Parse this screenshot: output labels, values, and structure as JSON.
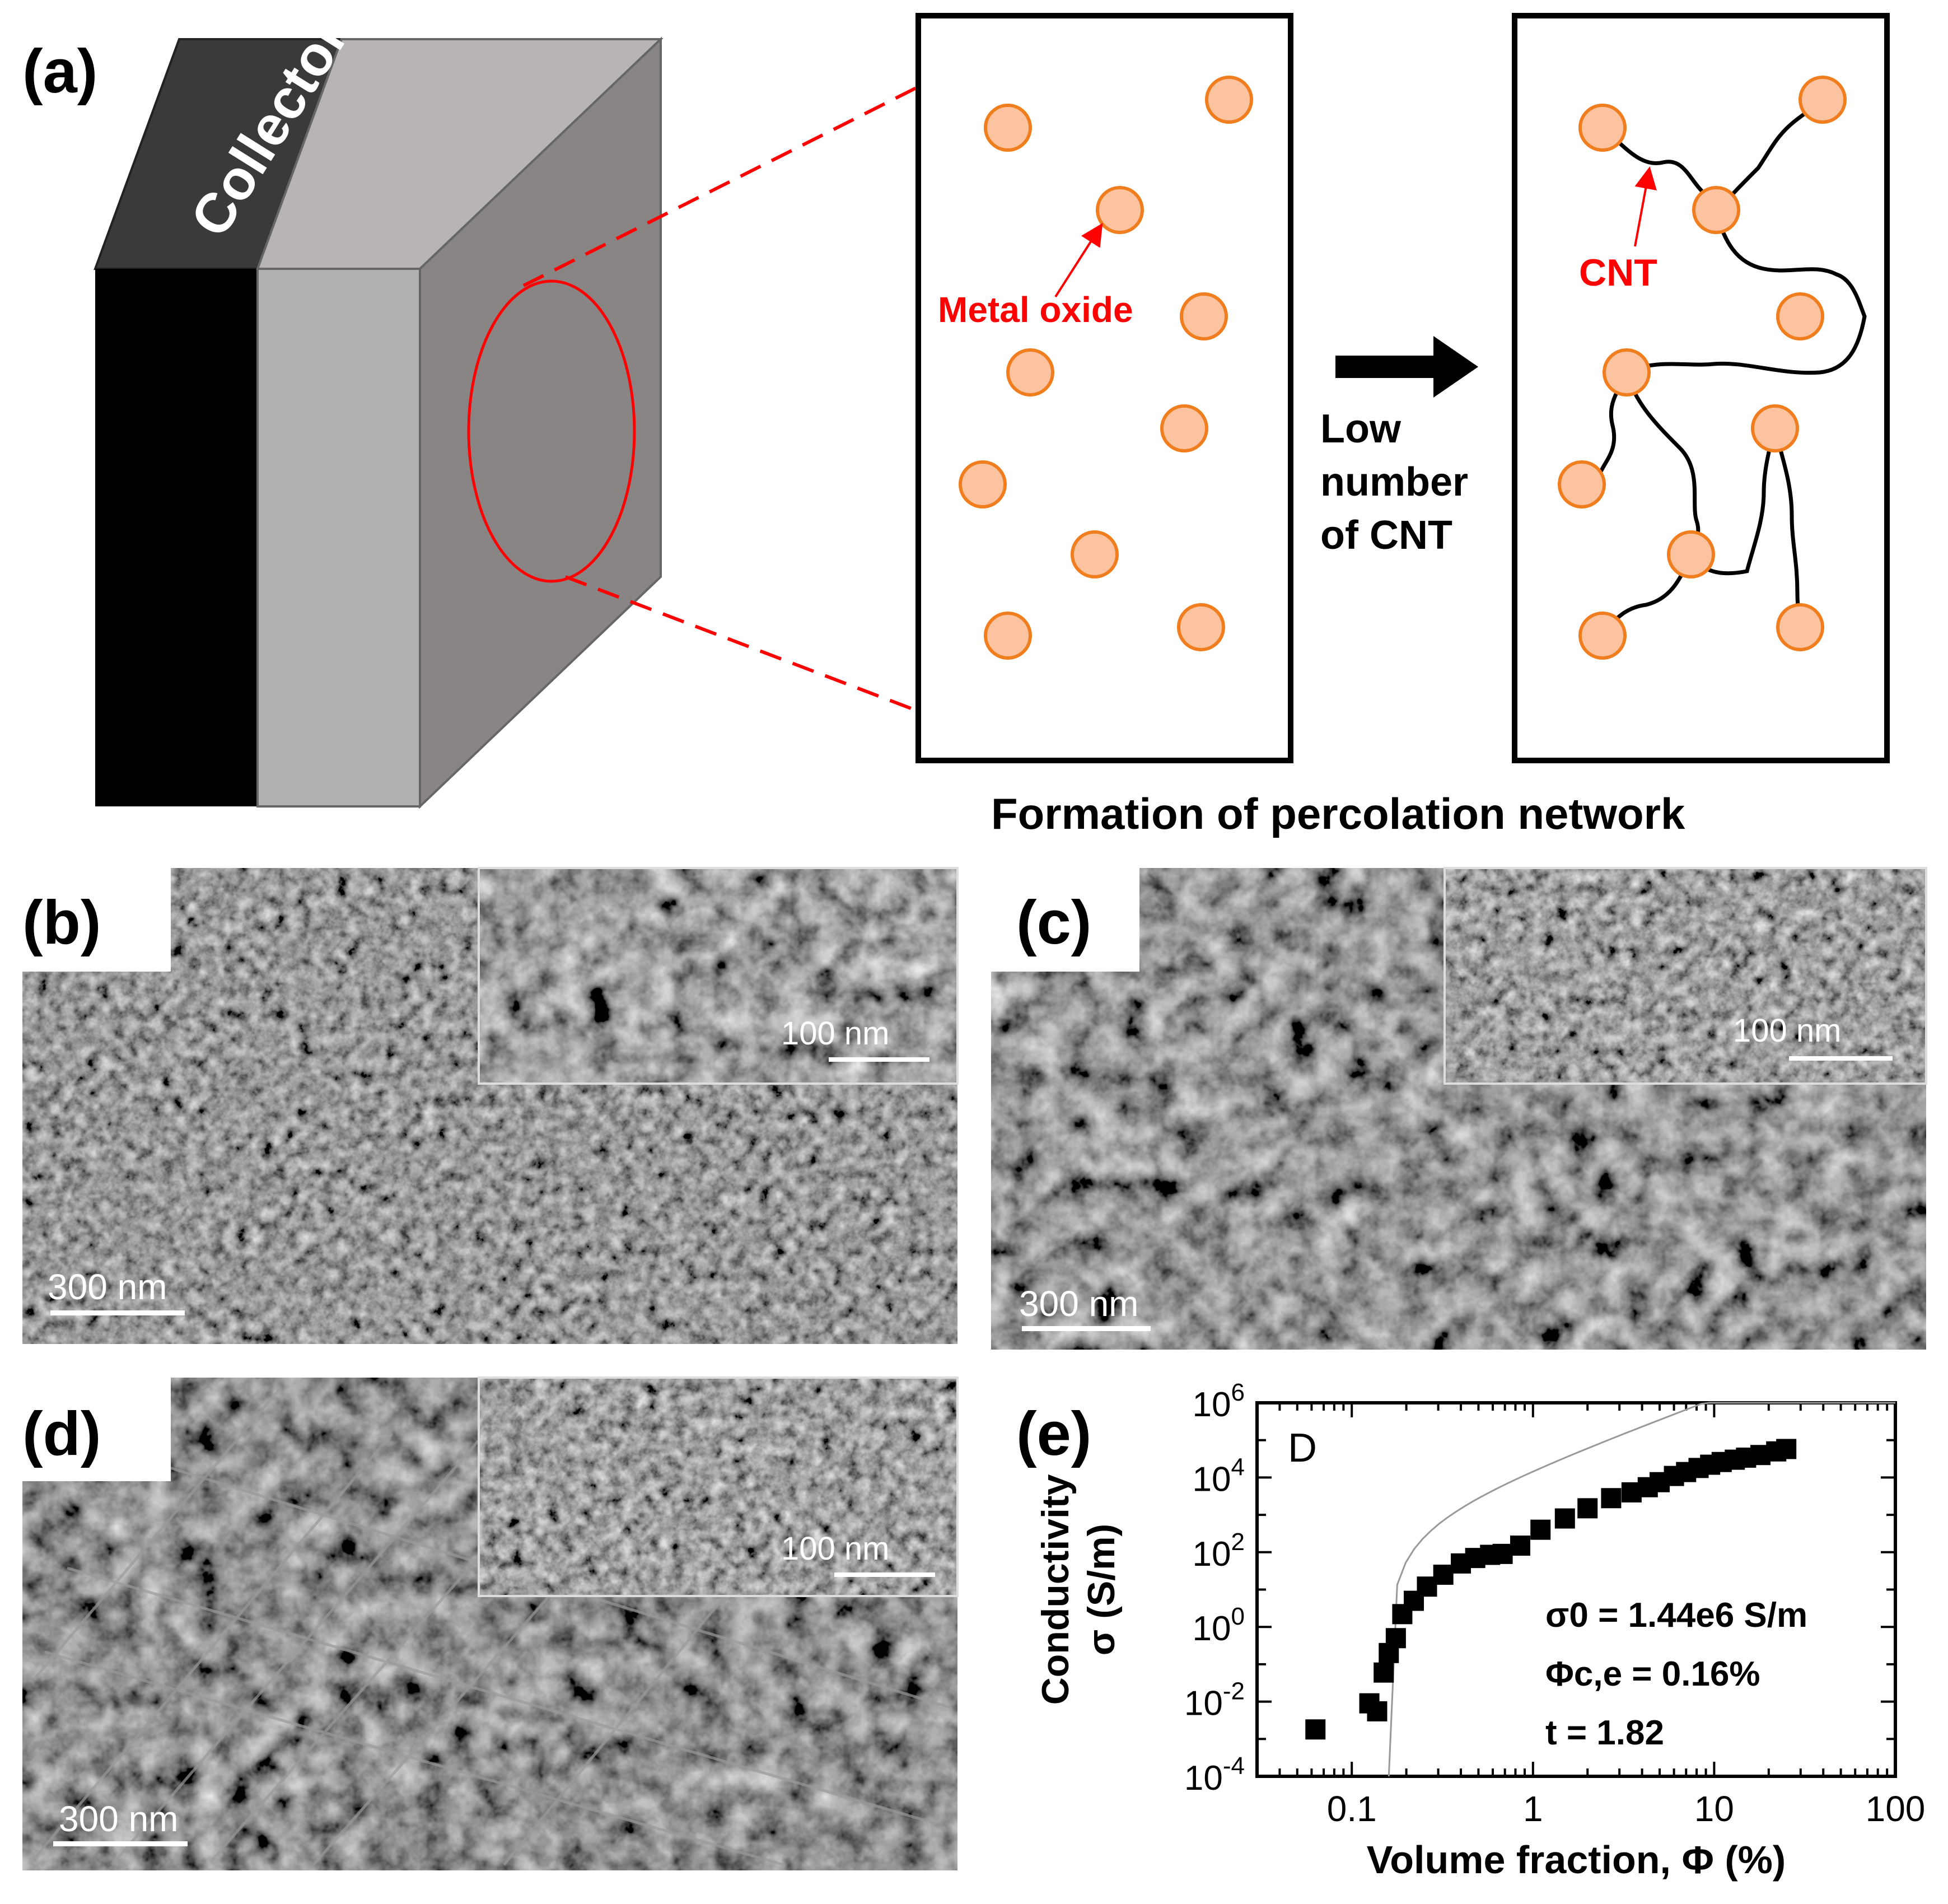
{
  "panel_a": {
    "label": "(a)",
    "collector_label": "Collector",
    "metal_oxide_label": "Metal oxide",
    "cnt_label": "CNT",
    "arrow_caption": [
      "Low",
      "number",
      "of CNT"
    ],
    "bottom_caption": "Formation of percolation network",
    "colors": {
      "particle_fill": "#fbc3a0",
      "particle_stroke": "#f07d1e",
      "annotation": "#ff0000"
    }
  },
  "panel_b": {
    "label": "(b)",
    "scale_main": "300 nm",
    "scale_inset": "100 nm"
  },
  "panel_c": {
    "label": "(c)",
    "scale_main": "300 nm",
    "scale_inset": "100 nm"
  },
  "panel_d": {
    "label": "(d)",
    "scale_main": "300 nm",
    "scale_inset": "100 nm"
  },
  "panel_e": {
    "label": "(e)",
    "corner_letter": "D",
    "annotations": [
      "σ0 = 1.44e6 S/m",
      "Φc,e = 0.16%",
      "t = 1.82"
    ]
  },
  "chart_data": {
    "type": "scatter",
    "title": "",
    "xlabel": "Volume fraction, Φ (%)",
    "ylabel_line1": "Conductivity",
    "ylabel_line2": "σ (S/m)",
    "xscale": "log",
    "yscale": "log",
    "xlim": [
      0.03,
      100
    ],
    "ylim": [
      0.0001,
      1000000
    ],
    "xticks": [
      "0.1",
      "1",
      "10",
      "100"
    ],
    "yticks": [
      "10-4",
      "10-2",
      "100",
      "102",
      "104",
      "106"
    ],
    "grid": false,
    "legend": "none",
    "series": [
      {
        "marker": "square",
        "x": [
          0.063,
          0.125,
          0.138,
          0.15,
          0.16,
          0.175,
          0.19,
          0.22,
          0.26,
          0.32,
          0.4,
          0.48,
          0.58,
          0.68,
          0.85,
          1.1,
          1.5,
          2.0,
          2.7,
          3.5,
          4.3,
          5.0,
          6.0,
          7.0,
          8.2,
          9.5,
          11,
          13,
          15,
          18,
          22,
          25
        ],
        "y": [
          0.0018,
          0.009,
          0.0055,
          0.06,
          0.2,
          0.5,
          2.2,
          5,
          12,
          25,
          50,
          70,
          85,
          90,
          150,
          400,
          800,
          1500,
          2800,
          4000,
          5500,
          7500,
          11000,
          14000,
          18000,
          22000,
          26000,
          30000,
          34000,
          40000,
          50000,
          58000
        ]
      }
    ],
    "fit_line": {
      "x": [
        0.16,
        100
      ],
      "description": "thin grey power-law fit"
    }
  }
}
